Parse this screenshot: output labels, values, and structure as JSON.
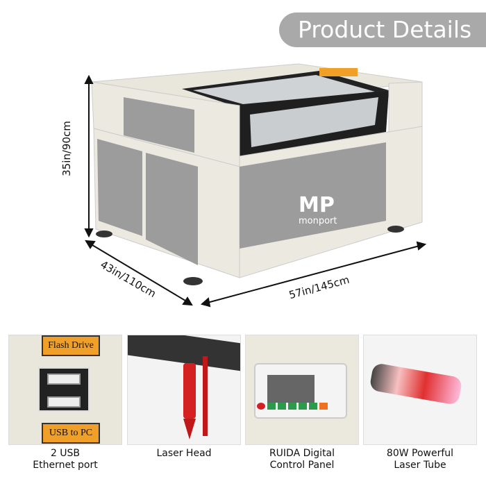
{
  "header": {
    "title": "Product Details"
  },
  "product": {
    "brand_logo": "MP monport"
  },
  "dimensions": {
    "height": "35in/90cm",
    "depth": "43in/110cm",
    "width": "57in/145cm"
  },
  "features": [
    {
      "caption_line1": "2 USB",
      "caption_line2": "Ethernet port",
      "labels": [
        "Flash Drive",
        "USB to PC"
      ]
    },
    {
      "caption_line1": "Laser Head",
      "caption_line2": ""
    },
    {
      "caption_line1": "RUIDA Digital",
      "caption_line2": "Control Panel"
    },
    {
      "caption_line1": "80W Powerful",
      "caption_line2": "Laser Tube"
    }
  ],
  "colors": {
    "badge": "#a9a9a9",
    "machine_body": "#ece9e0",
    "panel_gray": "#9c9c9c",
    "accent_orange": "#f0a028",
    "laser_red": "#d42020"
  }
}
